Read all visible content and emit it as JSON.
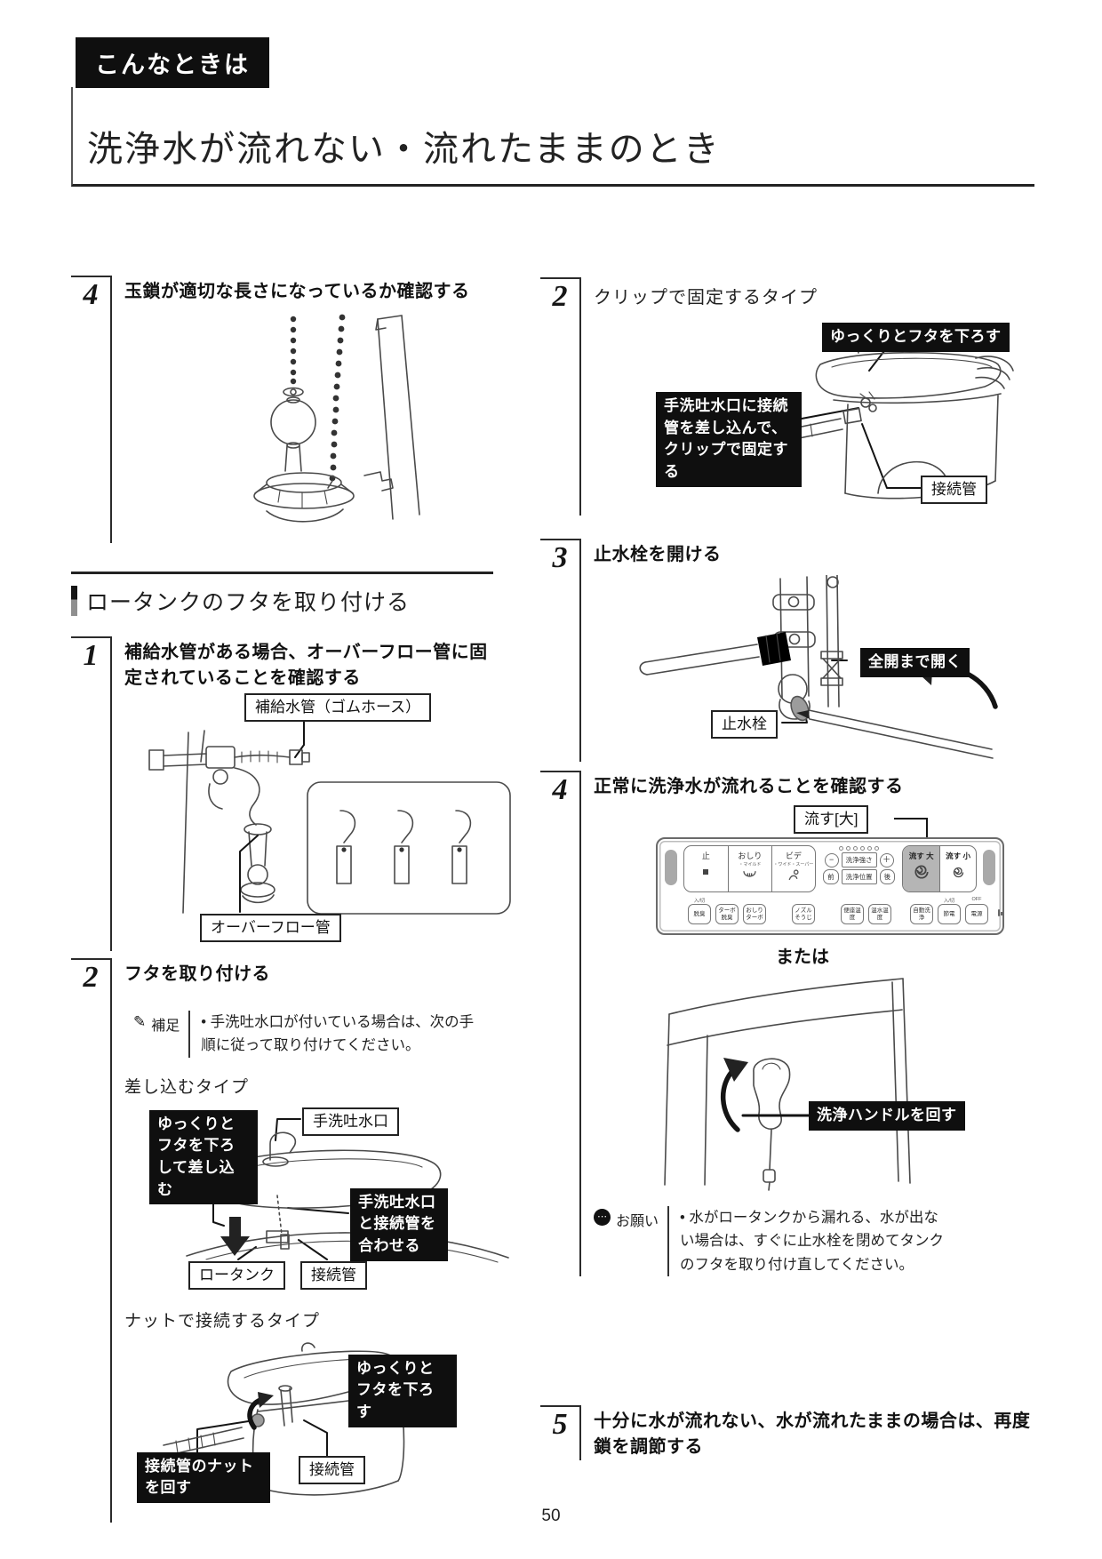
{
  "page": {
    "tag": "こんなときは",
    "title": "洗浄水が流れない・流れたままのとき",
    "number": "50"
  },
  "left": {
    "step4": {
      "num": "4",
      "heading": "玉鎖が適切な長さになっているか確認する"
    },
    "section_title": "ロータンクのフタを取り付ける",
    "step1": {
      "num": "1",
      "heading": "補給水管がある場合、オーバーフロー管に固定されていることを確認する",
      "labels": {
        "hose": "補給水管（ゴムホース）",
        "overflow": "オーバーフロー管"
      }
    },
    "step2": {
      "num": "2",
      "heading": "フタを取り付ける",
      "note": {
        "label": "補足",
        "text": "• 手洗吐水口が付いている場合は、次の手順に従って取り付けてください。"
      },
      "insert_type": {
        "title": "差し込むタイプ",
        "labels": {
          "slow": "ゆっくりとフタを下ろして差し込む",
          "spout": "手洗吐水口",
          "align": "手洗吐水口と接続管を合わせる",
          "tank": "ロータンク",
          "pipe": "接続管"
        }
      },
      "nut_type": {
        "title": "ナットで接続するタイプ",
        "labels": {
          "slow": "ゆっくりとフタを下ろす",
          "nut": "接続管のナットを回す",
          "pipe": "接続管"
        }
      }
    }
  },
  "right": {
    "step2": {
      "num": "2",
      "heading": "クリップで固定するタイプ",
      "labels": {
        "slow": "ゆっくりとフタを下ろす",
        "clip": "手洗吐水口に接続管を差し込んで、クリップで固定する",
        "pipe": "接続管"
      }
    },
    "step3": {
      "num": "3",
      "heading": "止水栓を開ける",
      "labels": {
        "open": "全開まで開く",
        "valve": "止水栓"
      }
    },
    "step4": {
      "num": "4",
      "heading": "正常に洗浄水が流れることを確認する",
      "flush_label": "流す[大]",
      "or_text": "または",
      "handle_label": "洗浄ハンドルを回す",
      "remote": {
        "stop": "止",
        "oshiri": "おしり",
        "oshiri_sub": "・マイルド",
        "bidet": "ビデ",
        "bidet_sub": "・ワイド・スーパー",
        "minus": "−",
        "strength": "洗浄強さ",
        "plus": "＋",
        "front": "前",
        "position": "洗浄位置",
        "back": "後",
        "flush_big": "流す 大",
        "flush_small": "流す 小",
        "onoff": "入/切",
        "off": "OFF",
        "small_buttons": [
          "脱臭",
          "ターボ脱臭",
          "おしりターボ",
          "ノズルそうじ",
          "便座温度",
          "温水温度",
          "自動洗浄",
          "節電",
          "電源"
        ]
      },
      "note": {
        "label": "お願い",
        "text": "• 水がロータンクから漏れる、水が出ない場合は、すぐに止水栓を閉めてタンクのフタを取り付け直してください。"
      }
    },
    "step5": {
      "num": "5",
      "heading": "十分に水が流れない、水が流れたままの場合は、再度鎖を調節する"
    }
  }
}
